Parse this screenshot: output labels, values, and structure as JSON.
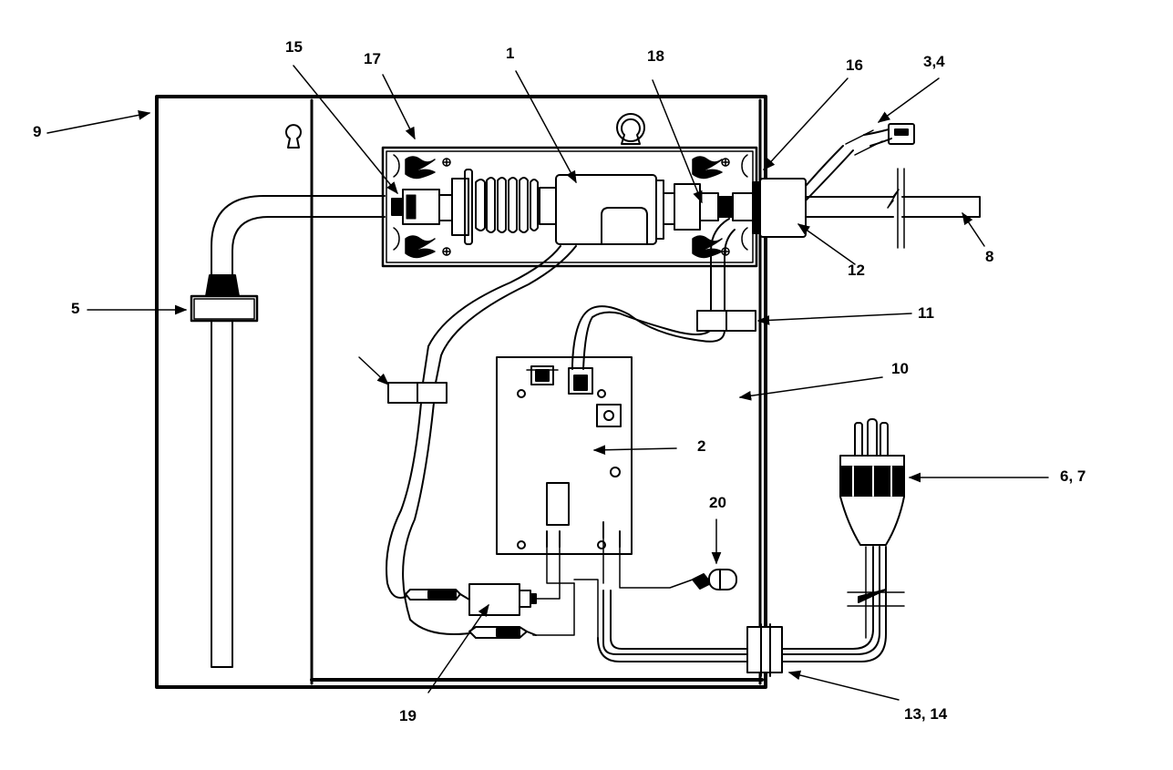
{
  "colors": {
    "line": "#000000",
    "background": "#ffffff"
  },
  "callouts": {
    "c1": "1",
    "c2": "2",
    "c3_4": "3,4",
    "c5": "5",
    "c6_7": "6, 7",
    "c8": "8",
    "c9": "9",
    "c10": "10",
    "c11": "11",
    "c12": "12",
    "c13_14": "13, 14",
    "c15": "15",
    "c16": "16",
    "c17": "17",
    "c18": "18",
    "c19": "19",
    "c20": "20"
  }
}
